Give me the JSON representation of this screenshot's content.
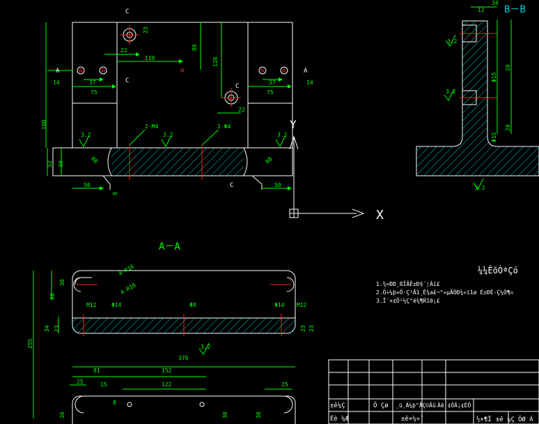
{
  "views": {
    "top": {
      "section_marks": [
        "C",
        "C",
        "C",
        "C",
        "A",
        "A"
      ],
      "dims": [
        "23",
        "22",
        "110",
        "80",
        "128",
        "14",
        "37",
        "75",
        "37",
        "75",
        "14",
        "22",
        "180",
        "52",
        "30",
        "50",
        "50",
        "R8",
        "R8",
        "8"
      ],
      "callouts": [
        "2-M4",
        "2-Φ4"
      ],
      "roughness": [
        "3.2",
        "3.2",
        "3.2"
      ]
    },
    "section_bb": {
      "title": "B－B",
      "dims": [
        "12",
        "34",
        "Φ15",
        "28",
        "28",
        "Φ15"
      ],
      "roughness": [
        "3.2",
        "3.2",
        "3.2"
      ]
    },
    "section_aa": {
      "title": "A－A",
      "dims": [
        "4-R16",
        "4-R10",
        "30",
        "80",
        "M12",
        "Φ14",
        "Φ8",
        "Φ14",
        "M12",
        "34",
        "23",
        "23",
        "23",
        "255",
        "370"
      ],
      "roughness": [
        "3.2"
      ]
    },
    "bottom": {
      "dims": [
        "81",
        "152",
        "122",
        "25",
        "15",
        "25",
        "8",
        "30",
        "30",
        "30"
      ]
    }
  },
  "ucs": {
    "x_label": "X",
    "y_label": "Y"
  },
  "notes": {
    "heading": "¼¼ÊõÒªÇó",
    "lines": [
      "1.¾«ÐÐ¸ßÎÂÊ±Ð§´¦Àí£",
      "2.Ö÷¼þ¤Ö·Ç³Ã1¸Ê¾a£¬°»µÃÓÐ¾«ï1ø É±ÐÈ-Ç¼Ó¶=",
      "3.Î´×¢Ô²½Ç°ë¾¶R10¡£"
    ]
  },
  "title_block": {
    "row1": [
      "±ê¼Ç",
      "Ö Çø",
      "¸ü¸Ä¼þ°ÅÇ©Ãû",
      "Äê¡¢ÔÂ¡¢ÈÕ"
    ],
    "row2": [
      "Éè ¼Æ",
      "±ê×¼»¯",
      "½×¶Î",
      "±ê ¼Ç",
      "ÖØ Á"
    ]
  },
  "colors": {
    "background": "#000000",
    "outline": "#ffffff",
    "dimension": "#00ff00",
    "hatch": "#00cccc",
    "centerline": "#ff2020"
  }
}
